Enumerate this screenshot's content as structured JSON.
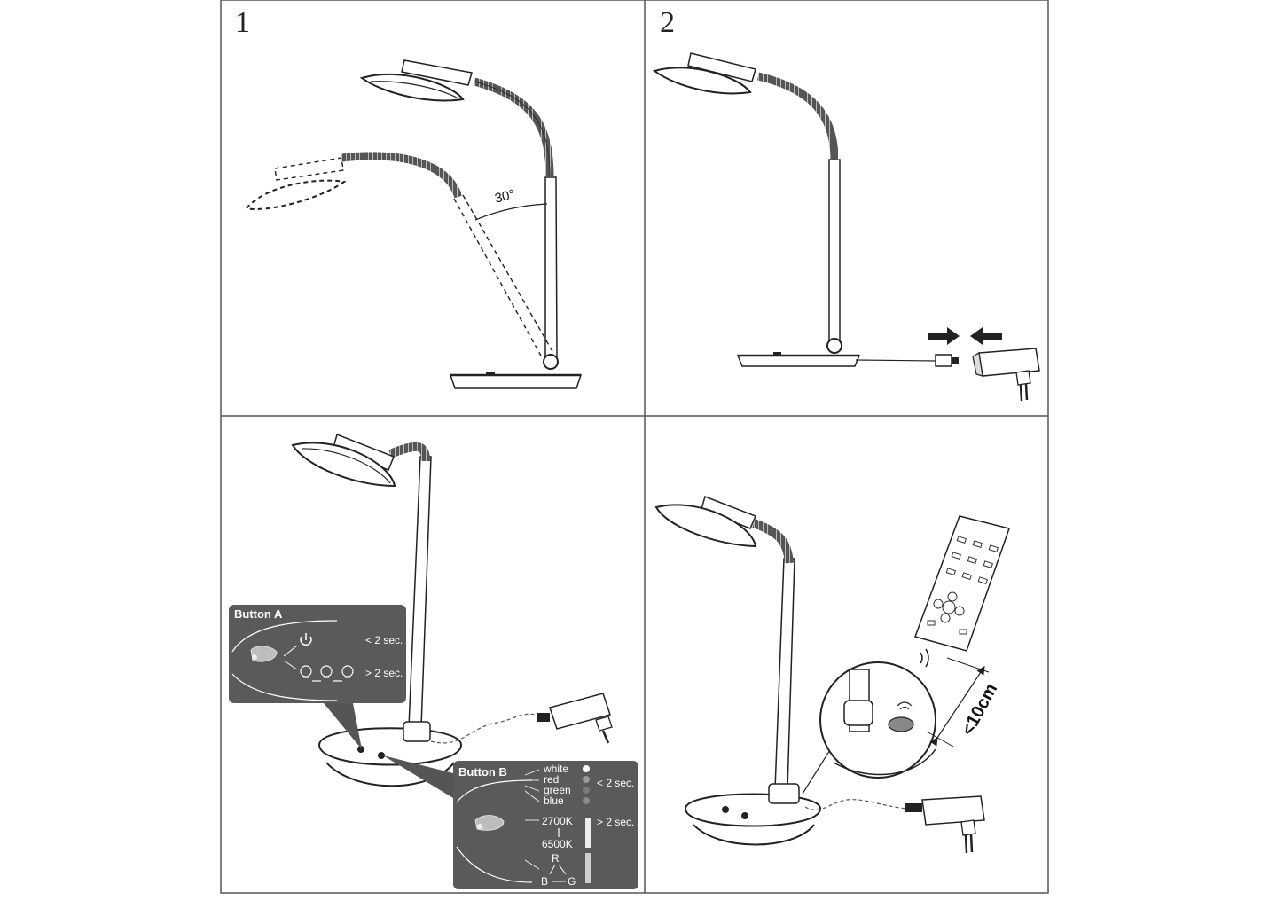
{
  "panels": [
    {
      "number": "1"
    },
    {
      "number": "2"
    },
    {
      "number": ""
    },
    {
      "number": ""
    }
  ],
  "panel1": {
    "angle_label": "30°"
  },
  "button_a": {
    "title": "Button A",
    "short_press": "< 2 sec.",
    "long_press": "> 2 sec."
  },
  "button_b": {
    "title": "Button B",
    "colors": [
      "white",
      "red",
      "green",
      "blue"
    ],
    "color_swatches": [
      "#ffffff",
      "#9a9a9a",
      "#7a7a7a",
      "#8a8a8a"
    ],
    "short_press": "< 2 sec.",
    "long_press": "> 2 sec.",
    "temp_low": "2700K",
    "temp_high": "6500K",
    "rgb_r": "R",
    "rgb_b": "B",
    "rgb_g": "G"
  },
  "panel4": {
    "distance_label": "<10cm"
  },
  "icons": [
    "power-icon",
    "bulb-icon",
    "hand-press-icon",
    "remote-control-icon",
    "power-adapter-icon",
    "arrow-icon",
    "wireless-signal-icon"
  ]
}
